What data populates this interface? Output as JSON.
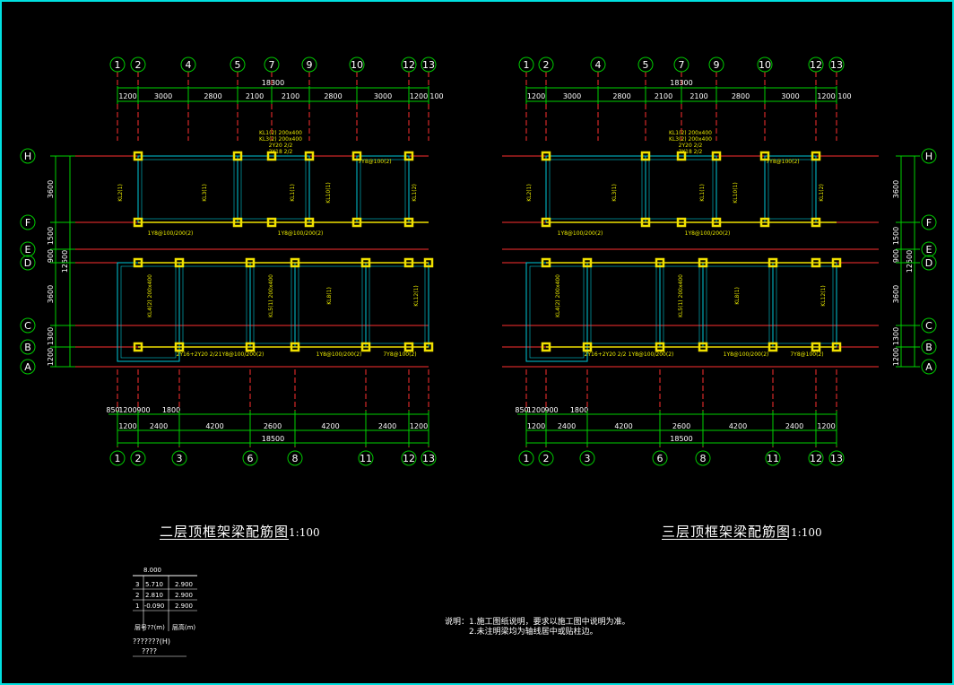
{
  "plans": [
    {
      "id": "plan2",
      "title": "二层顶框架梁配筋图",
      "scale": "1:100",
      "top_overall": "18300",
      "top_extra": "100",
      "top_dims": [
        "1200",
        "3000",
        "2800",
        "2100",
        "2100",
        "2800",
        "3000",
        "1200"
      ],
      "bottom_overall": "18500",
      "bottom_dims_1": [
        "850",
        "1200",
        "900",
        "1800"
      ],
      "bottom_dims_2": [
        "1200",
        "2400",
        "4200",
        "2600",
        "4200",
        "2400",
        "1200"
      ]
    },
    {
      "id": "plan3",
      "title": "三层顶框架梁配筋图",
      "scale": "1:100",
      "top_overall": "18300",
      "top_extra": "100",
      "top_dims": [
        "1200",
        "3000",
        "2800",
        "2100",
        "2100",
        "2800",
        "3000",
        "1200"
      ],
      "bottom_overall": "18500",
      "bottom_dims_1": [
        "850",
        "1200",
        "900",
        "1800"
      ],
      "bottom_dims_2": [
        "1200",
        "2400",
        "4200",
        "2600",
        "4200",
        "2400",
        "1200"
      ]
    }
  ],
  "axes_top": [
    "1",
    "2",
    "4",
    "5",
    "7",
    "9",
    "10",
    "12",
    "13"
  ],
  "axes_bottom": [
    "1",
    "2",
    "3",
    "6",
    "8",
    "11",
    "12",
    "13"
  ],
  "axes_rows": [
    "H",
    "F",
    "E",
    "D",
    "C",
    "B",
    "A"
  ],
  "row_dims": [
    "3600",
    "1500",
    "900",
    "3600",
    "1300",
    "1200"
  ],
  "row_overall": "12500",
  "beam_labels": {
    "top_span": [
      "KL1(2) 200x400",
      "KL3(2) 200x400",
      "2Y20 2/2",
      "2Y18 2/2"
    ],
    "bays": [
      "KL2(1)",
      "KL3(1)",
      "KL1(1)",
      "KL10(1)",
      "KL1(2)"
    ],
    "mid": [
      "1Y8@100/200(2)",
      "1Y8@100/200(2)",
      "7Y8@100(2)"
    ],
    "lower": [
      "KL4(2) 200x400",
      "KL5(1) 200x400",
      "KL8(1)",
      "KL12(1)"
    ],
    "bottom": [
      "2Y16+2Y20 2/2",
      "1Y8@100/200(2)",
      "1Y8@100/200(2)",
      "7Y8@100(2)"
    ]
  },
  "story_table": {
    "header": "8.000",
    "rows": [
      {
        "floor": "3",
        "elev": "5.710",
        "height": "2.900"
      },
      {
        "floor": "2",
        "elev": "2.810",
        "height": "2.900"
      },
      {
        "floor": "1",
        "elev": "-0.090",
        "height": "2.900"
      }
    ],
    "footer": [
      "层号",
      "??(m)",
      "层高(m)"
    ],
    "caption_1": "???????(H)",
    "caption_2": "????"
  },
  "notes": {
    "label": "说明：",
    "line1": "1.施工图纸说明，要求以施工图中说明为准。",
    "line2": "2.未注明梁均为轴线居中或贴柱边。"
  },
  "colors": {
    "frame": "#00e0e0",
    "axis_line": "#ff3030",
    "dim_line": "#00d000",
    "wall": "#00c8d8",
    "column": "#f0e000",
    "label": "#e8e800",
    "bubble": "#00c800",
    "text": "#ffffff"
  }
}
